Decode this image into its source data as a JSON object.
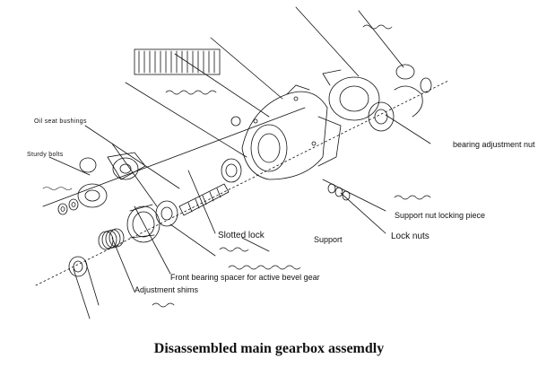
{
  "title": "Disassembled main gearbox assemdly",
  "labels": {
    "oil_seat_bushings": "Oil seat bushings",
    "sturdy_bolts": "Sturdy bolts",
    "slotted_lock": "Slotted lock",
    "front_bearing_spacer": "Front bearing spacer for active bevel gear",
    "adjustment_shims": "Adjustment shims",
    "bearing_adjustment_nut": "bearing adjustment nut",
    "support_nut_locking_piece": "Support nut locking piece",
    "lock_nuts": "Lock nuts",
    "support": "Support"
  },
  "colors": {
    "ink": "#111111",
    "background": "#ffffff"
  }
}
